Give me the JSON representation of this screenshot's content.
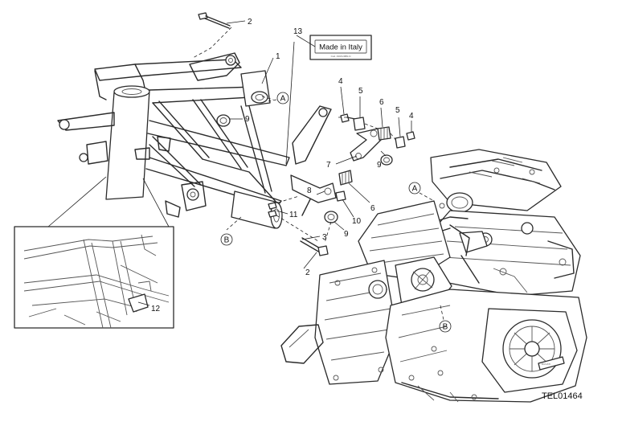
{
  "callouts": [
    "1",
    "2",
    "2",
    "3",
    "4",
    "4",
    "5",
    "5",
    "6",
    "6",
    "7",
    "8",
    "9",
    "9",
    "9",
    "10",
    "11",
    "12",
    "13"
  ],
  "view_refs": [
    "A",
    "A",
    "B",
    "B"
  ],
  "label_text": "Made in Italy",
  "label_small_text": "Cod. 4301V4BN-N",
  "drawing_code": "TEL01464"
}
